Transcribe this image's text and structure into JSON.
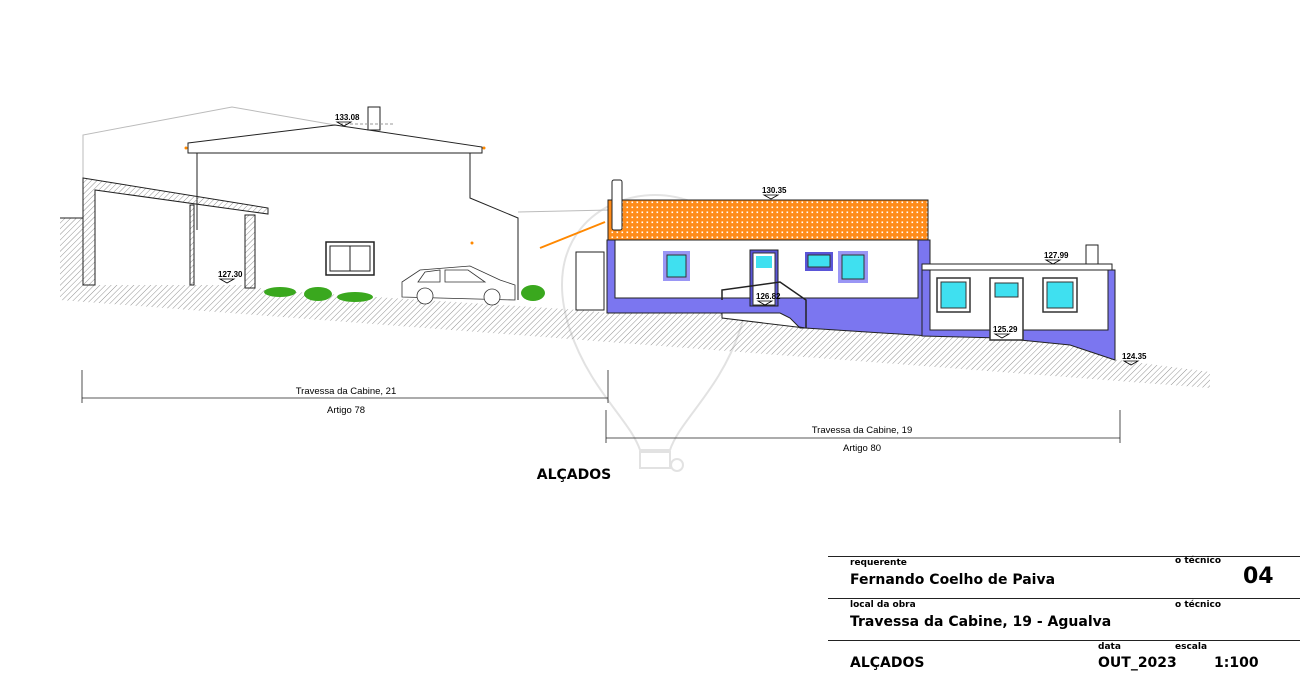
{
  "drawing": {
    "title": "ALÇADOS",
    "levels": {
      "left_ridge": "133.08",
      "left_garage_floor": "127.30",
      "middle_ridge": "130.35",
      "middle_entry": "126.82",
      "annex_roof": "127.99",
      "annex_entry": "125.29",
      "ground_right": "124.35"
    },
    "dimensions": [
      {
        "street": "Travessa da Cabine, 21",
        "artigo": "Artigo 78"
      },
      {
        "street": "Travessa da Cabine, 19",
        "artigo": "Artigo 80"
      }
    ],
    "watermark": "RE/MAX",
    "colors": {
      "wall_base": "#7b76f0",
      "roof_tile": "#ff8c1a",
      "glass": "#3fe0f0",
      "vegetation": "#3aa81e"
    }
  },
  "title_block": {
    "requerente_label": "requerente",
    "requerente": "Fernando Coelho de Paiva",
    "tecnico_label_1": "o técnico",
    "sheet_number": "04",
    "local_label": "local da obra",
    "local": "Travessa da Cabine, 19 - Agualva",
    "tecnico_label_2": "o técnico",
    "data_label": "data",
    "data": "OUT_2023",
    "escala_label": "escala",
    "escala": "1:100",
    "designation": "ALÇADOS"
  }
}
